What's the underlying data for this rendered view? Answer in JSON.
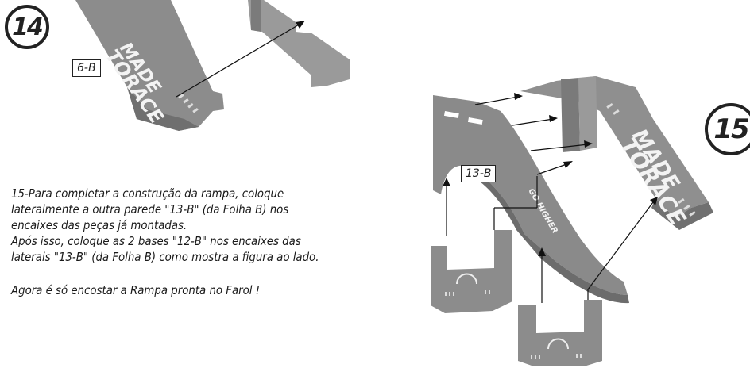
{
  "steps": {
    "step14": "14",
    "step15": "15"
  },
  "labels": {
    "part_6b": "6-B",
    "part_13b": "13-B"
  },
  "brand": {
    "line1": "MADE",
    "line2": "TORACE",
    "side_text": "GO HIGHER"
  },
  "instructions": {
    "line1": "15-Para completar a construção da rampa, coloque",
    "line2": "lateralmente a outra parede \"13-B\" (da Folha B) nos",
    "line3": "encaixes das peças já montadas.",
    "line4": "Após isso, coloque as 2 bases \"12-B\" nos encaixes das",
    "line5": "laterais \"13-B\" (da Folha B) como mostra a figura ao lado.",
    "line6": "Agora é só encostar a Rampa pronta no Farol !"
  }
}
